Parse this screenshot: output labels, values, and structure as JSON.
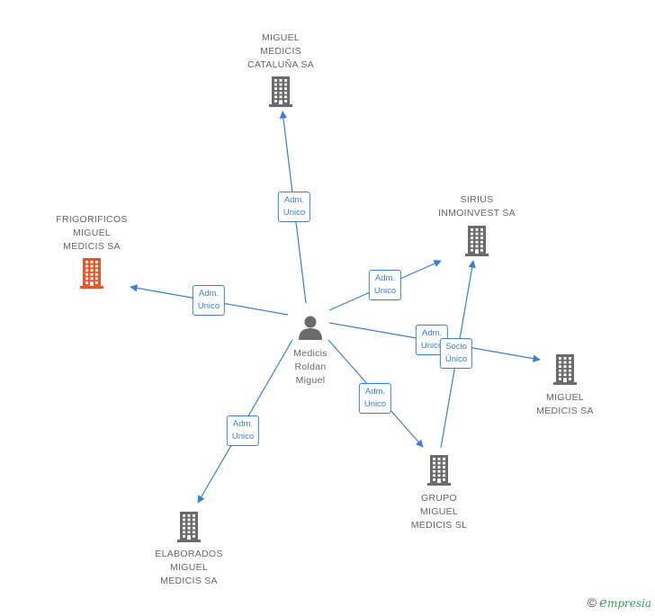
{
  "colors": {
    "edge": "#3a7fd0",
    "company": "#6b6b6b",
    "company_highlight": "#e8562a",
    "person": "#6b6b6b"
  },
  "center": {
    "id": "person",
    "icon": "person-icon",
    "label": [
      "Medicis",
      "Roldan",
      "Miguel"
    ]
  },
  "nodes": [
    {
      "id": "mm-cataluna",
      "icon": "building-icon",
      "label": [
        "MIGUEL",
        "MEDICIS",
        "CATALUÑA SA"
      ]
    },
    {
      "id": "frigorificos",
      "icon": "building-icon",
      "highlight": true,
      "label": [
        "FRIGORIFICOS",
        "MIGUEL",
        "MEDICIS SA"
      ]
    },
    {
      "id": "sirius",
      "icon": "building-icon",
      "label": [
        "SIRIUS",
        "INMOINVEST SA"
      ]
    },
    {
      "id": "mm-sa",
      "icon": "building-icon",
      "label": [
        "MIGUEL",
        "MEDICIS SA"
      ]
    },
    {
      "id": "grupo",
      "icon": "building-icon",
      "label": [
        "GRUPO",
        "MIGUEL",
        "MEDICIS SL"
      ]
    },
    {
      "id": "elaborados",
      "icon": "building-icon",
      "label": [
        "ELABORADOS",
        "MIGUEL",
        "MEDICIS SA"
      ]
    }
  ],
  "edges": [
    {
      "from": "person",
      "to": "mm-cataluna",
      "label": [
        "Adm.",
        "Unico"
      ]
    },
    {
      "from": "person",
      "to": "frigorificos",
      "label": [
        "Adm.",
        "Unico"
      ]
    },
    {
      "from": "person",
      "to": "sirius",
      "label": [
        "Adm.",
        "Unico"
      ]
    },
    {
      "from": "person",
      "to": "mm-sa",
      "label": [
        "Adm.",
        "Unico"
      ]
    },
    {
      "from": "person",
      "to": "grupo",
      "label": [
        "Adm.",
        "Unico"
      ]
    },
    {
      "from": "person",
      "to": "elaborados",
      "label": [
        "Adm.",
        "Unico"
      ]
    },
    {
      "from": "grupo",
      "to": "sirius",
      "label": [
        "Socio",
        "Único"
      ]
    }
  ],
  "footer": {
    "copyright_symbol": "©",
    "brand_initial": "e",
    "brand_rest": "mpresia"
  }
}
